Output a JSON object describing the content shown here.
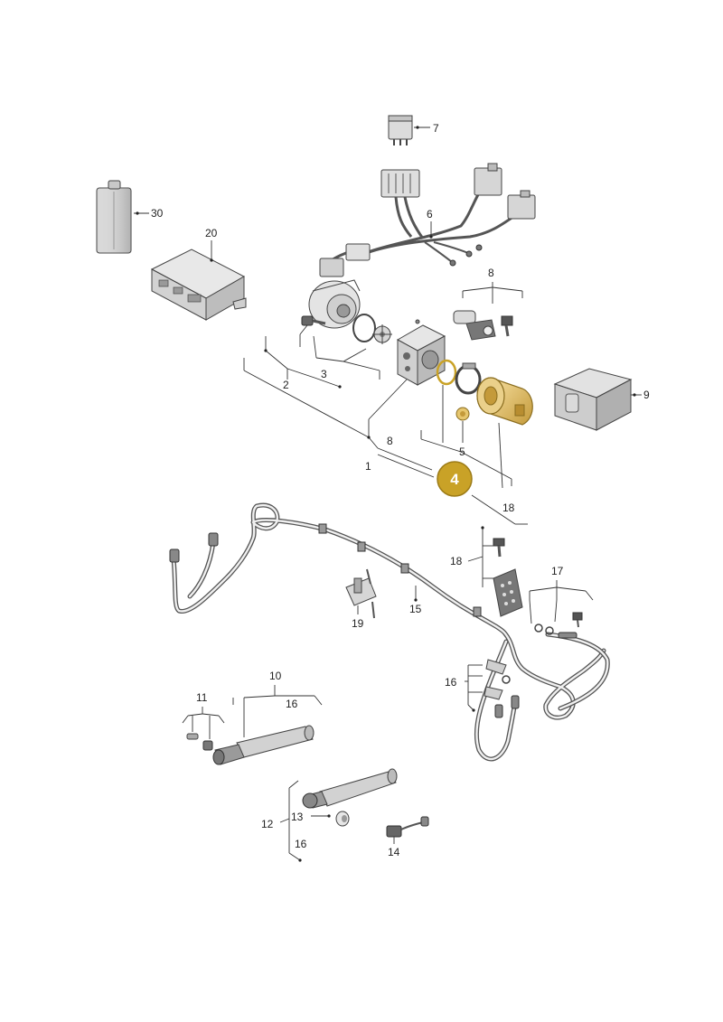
{
  "labels": {
    "p7": "7",
    "p30": "30",
    "p20": "20",
    "p6": "6",
    "p8_top": "8",
    "p9": "9",
    "p2": "2",
    "p3": "3",
    "p8_mid": "8",
    "p1": "1",
    "p5": "5",
    "p18_mid": "18",
    "p18_right": "18",
    "p17": "17",
    "p19": "19",
    "p15": "15",
    "p16_mid": "16",
    "p10": "10",
    "p11": "11",
    "p16_left": "16",
    "p12": "12",
    "p13": "13",
    "p16_bottom": "16",
    "p14": "14"
  },
  "highlight": {
    "number": "4",
    "color": "#c9a227"
  },
  "colors": {
    "part_fill": "#e4e4e4",
    "part_dark": "#b9b9b9",
    "highlight_fill": "#e6c66e"
  }
}
